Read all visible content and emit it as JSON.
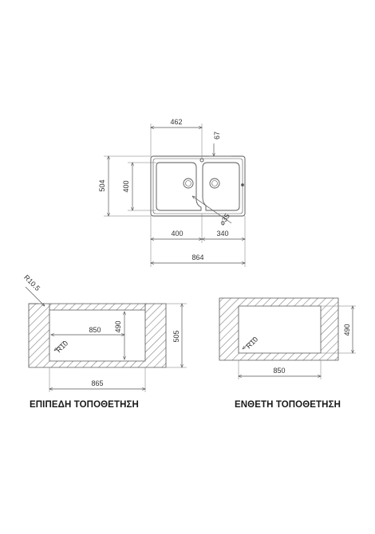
{
  "top_view": {
    "width_462": "462",
    "dim_67": "67",
    "height_504": "504",
    "height_400": "400",
    "drain_d35": "⌀35",
    "bowl_400": "400",
    "bowl_340": "340",
    "total_864": "864"
  },
  "flush_mount": {
    "radius_outer": "R10.5",
    "width_850": "850",
    "height_490": "490",
    "radius_inner": "R10",
    "height_505": "505",
    "width_865": "865",
    "caption": "ΕΠΙΠΕΔΗ ΤΟΠΟΘΕΤΗΣΗ"
  },
  "inset_mount": {
    "radius": "R10",
    "height_490": "490",
    "width_850": "850",
    "caption": "ΕΝΘΕΤΗ ΤΟΠΟΘΕΤΗΣΗ"
  },
  "colors": {
    "line": "#555555",
    "hatch": "#777777",
    "text": "#333333"
  }
}
